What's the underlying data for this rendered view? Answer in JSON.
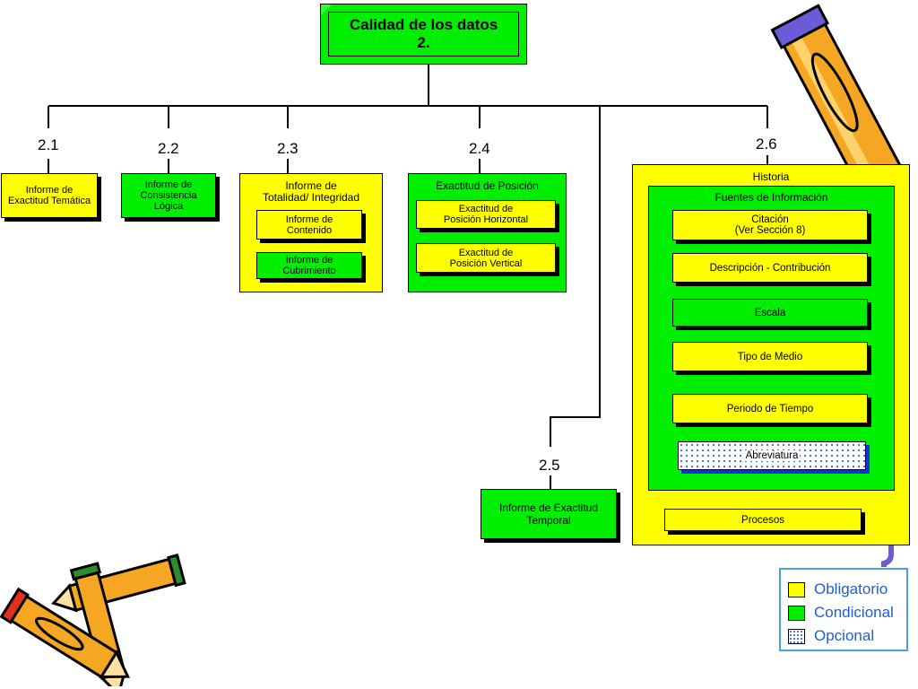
{
  "root": {
    "line1": "Calidad de los datos",
    "line2": "2."
  },
  "branches": [
    {
      "num": "2.1",
      "line1": "Informe de",
      "line2": "Exactitud Temática"
    },
    {
      "num": "2.2",
      "line1": "Informe de",
      "line2": "Consistencia",
      "line3": "Lógica"
    },
    {
      "num": "2.3",
      "title1": "Informe de",
      "title2": "Totalidad/ Integridad",
      "children": [
        {
          "line1": "Informe de",
          "line2": "Contenido"
        },
        {
          "line1": "Informe de",
          "line2": "Cubrimiento"
        }
      ]
    },
    {
      "num": "2.4",
      "title": "Exactitud de Posición",
      "children": [
        {
          "line1": "Exactitud de",
          "line2": "Posición Horizontal"
        },
        {
          "line1": "Exactitud de",
          "line2": "Posición Vertical"
        }
      ]
    },
    {
      "num": "2.5",
      "line1": "Informe de Exactitud",
      "line2": "Temporal"
    },
    {
      "num": "2.6",
      "title": "Historia",
      "sources": {
        "title": "Fuentes de Información",
        "items": [
          {
            "line1": "Citación",
            "line2": "(Ver Sección 8)"
          },
          {
            "line1": "Descripción - Contribución"
          },
          {
            "line1": "Escala"
          },
          {
            "line1": "Tipo de Medio"
          },
          {
            "line1": "Periodo de Tiempo"
          },
          {
            "line1": "Abreviatura"
          }
        ]
      },
      "processes": "Procesos"
    }
  ],
  "legend": [
    {
      "label": "Obligatorio",
      "color": "#ffff00"
    },
    {
      "label": "Condicional",
      "color": "#00ee00"
    },
    {
      "label": "Opcional",
      "color": "dotted"
    }
  ],
  "decor": {
    "pencil_top_right": "pencil-icon",
    "pencils_bottom_left": "crossed-pencils-icon"
  }
}
